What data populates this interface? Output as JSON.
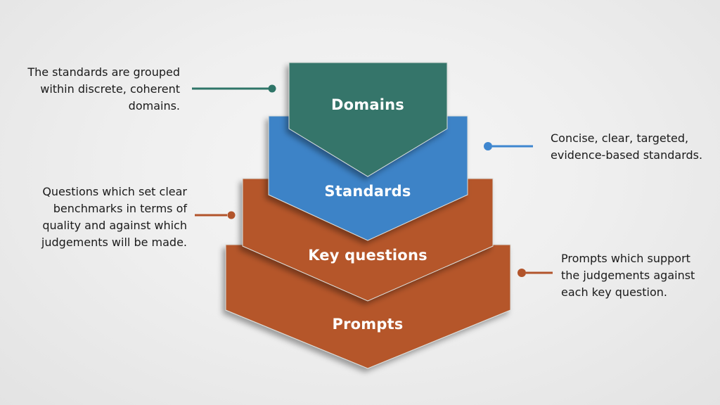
{
  "diagram": {
    "label_color": "#ffffff",
    "layers": [
      {
        "label": "Domains",
        "color": "#34756A"
      },
      {
        "label": "Standards",
        "color": "#3D83C7"
      },
      {
        "label": "Key questions",
        "color": "#B5572B"
      },
      {
        "label": "Prompts",
        "color": "#B5572B"
      }
    ],
    "annotations": [
      {
        "side": "left",
        "target": "Domains",
        "connector_color": "#2F7568",
        "lines": [
          "The standards are grouped",
          "within discrete, coherent",
          "domains."
        ]
      },
      {
        "side": "right",
        "target": "Standards",
        "connector_color": "#3E86CF",
        "lines": [
          "Concise, clear, targeted,",
          "evidence-based standards."
        ]
      },
      {
        "side": "left",
        "target": "Key questions",
        "connector_color": "#B2542B",
        "lines": [
          "Questions which set clear",
          "benchmarks in terms of",
          "quality and against which",
          "judgements will be made."
        ]
      },
      {
        "side": "right",
        "target": "Prompts",
        "connector_color": "#B2542B",
        "lines": [
          "Prompts which support",
          "the judgements against",
          "each key question."
        ]
      }
    ]
  }
}
